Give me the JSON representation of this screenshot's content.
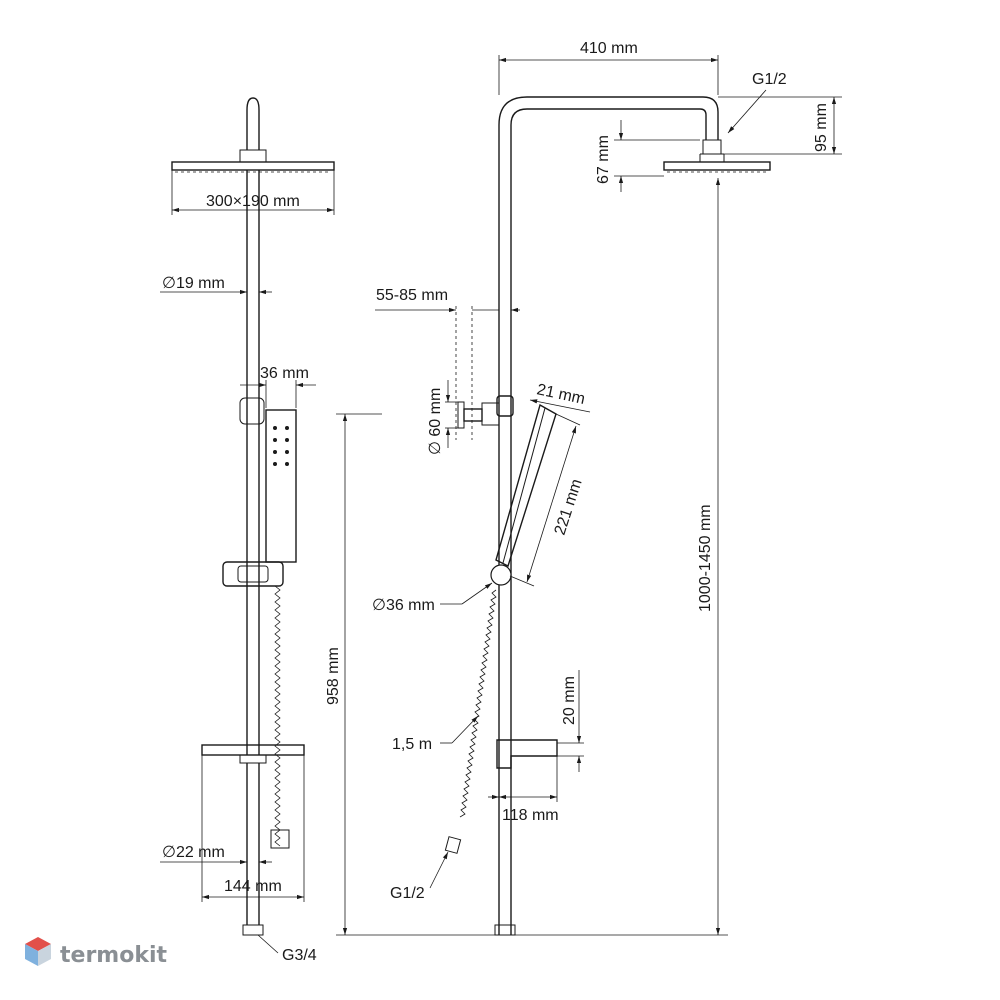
{
  "left_view": {
    "head_size": "300×190 mm",
    "pipe_diameter": "∅19 mm",
    "handshower_width": "36 mm",
    "bottom_pipe_diameter": "∅22 mm",
    "shelf_width": "144 mm",
    "connection": "G3/4",
    "overall_height": "958 mm"
  },
  "right_view": {
    "arm_length": "410 mm",
    "head_thread": "G1/2",
    "head_drop": "95 mm",
    "head_height": "67 mm",
    "wall_distance": "55-85 mm",
    "bracket_diameter": "∅ 60 mm",
    "handshower_diameter": "21 mm",
    "handshower_length": "221 mm",
    "diverter_diameter": "∅36 mm",
    "adjust_height": "1000-1450 mm",
    "spout_height": "20 mm",
    "hose_length": "1,5 m",
    "spout_length": "118 mm",
    "hose_thread": "G1/2"
  },
  "brand": {
    "name": "termokit",
    "colors": {
      "top": "#e2504a",
      "left": "#7fb1de",
      "right": "#c9d4de"
    }
  }
}
